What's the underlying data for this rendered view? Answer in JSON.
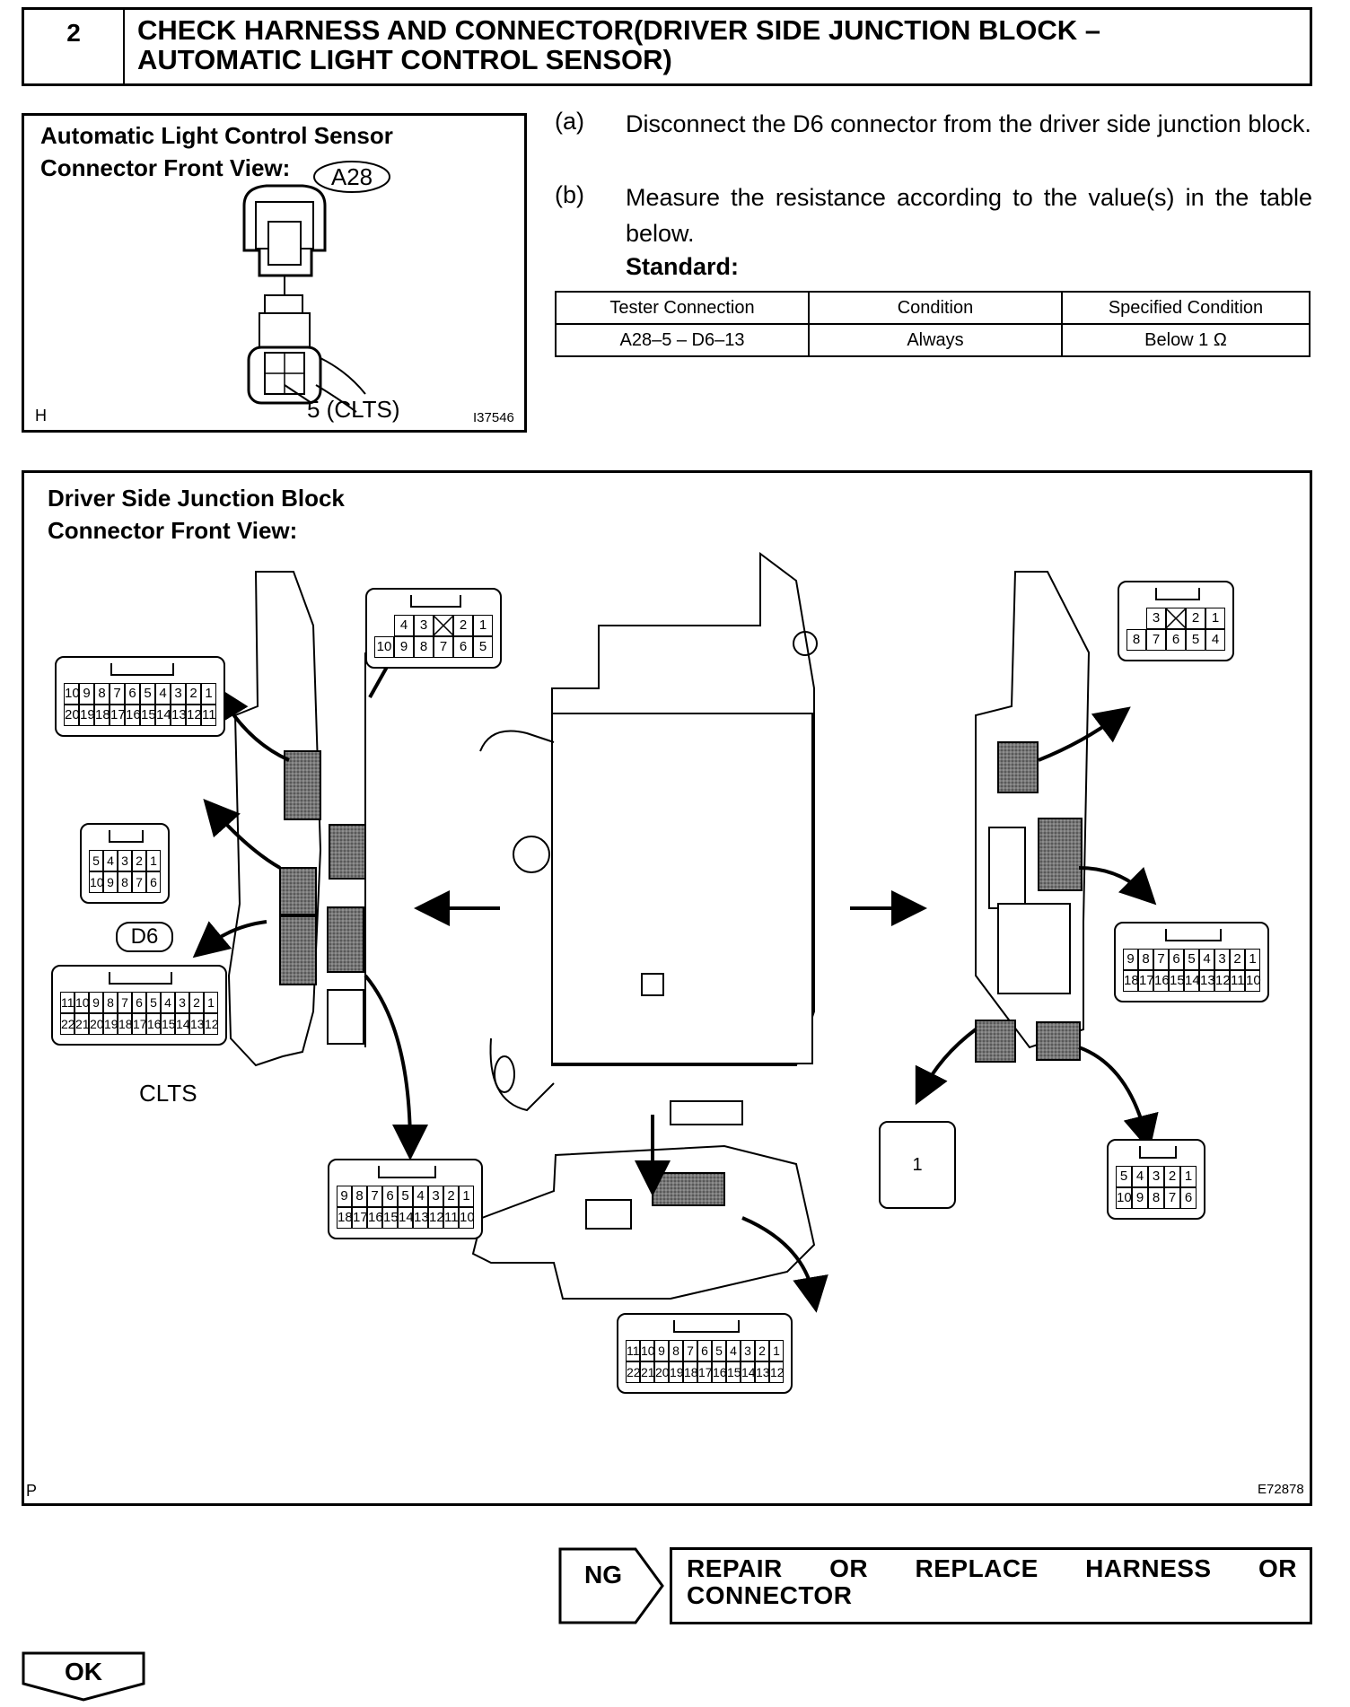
{
  "header": {
    "step_number": "2",
    "title": "CHECK HARNESS AND CONNECTOR(DRIVER SIDE JUNCTION BLOCK –\nAUTOMATIC LIGHT CONTROL SENSOR)"
  },
  "sensor_figure": {
    "title": "Automatic Light Control Sensor\nConnector Front View:",
    "connector_id": "A28",
    "pin_label": "5 (CLTS)",
    "corner_letter": "H",
    "figure_code": "I37546"
  },
  "steps": [
    {
      "letter": "(a)",
      "text": "Disconnect the D6 connector from the driver side junction block."
    },
    {
      "letter": "(b)",
      "text": "Measure the resistance according to the value(s) in the table below."
    }
  ],
  "standard_label": "Standard:",
  "spec_table": {
    "headers": [
      "Tester Connection",
      "Condition",
      "Specified Condition"
    ],
    "rows": [
      [
        "A28–5 – D6–13",
        "Always",
        "Below 1 Ω"
      ]
    ]
  },
  "junction_figure": {
    "title": "Driver Side Junction Block\nConnector Front View:",
    "d6_label": "D6",
    "clts_label": "CLTS",
    "single_pin": "1",
    "corner_letter": "P",
    "figure_code": "E72878",
    "conn_top_left": {
      "row1": [
        "4",
        "3",
        "",
        "2",
        "1"
      ],
      "row2": [
        "10",
        "9",
        "8",
        "7",
        "6",
        "5"
      ]
    },
    "conn_20": {
      "row1": [
        "10",
        "9",
        "8",
        "7",
        "6",
        "5",
        "4",
        "3",
        "2",
        "1"
      ],
      "row2": [
        "20",
        "19",
        "18",
        "17",
        "16",
        "15",
        "14",
        "13",
        "12",
        "11"
      ]
    },
    "conn_10a": {
      "row1": [
        "5",
        "4",
        "3",
        "2",
        "1"
      ],
      "row2": [
        "10",
        "9",
        "8",
        "7",
        "6"
      ]
    },
    "conn_d6": {
      "row1": [
        "11",
        "10",
        "9",
        "8",
        "7",
        "6",
        "5",
        "4",
        "3",
        "2",
        "1"
      ],
      "row2": [
        "22",
        "21",
        "20",
        "19",
        "18",
        "17",
        "16",
        "15",
        "14",
        "13",
        "12"
      ]
    },
    "conn_18a": {
      "row1": [
        "9",
        "8",
        "7",
        "6",
        "5",
        "4",
        "3",
        "2",
        "1"
      ],
      "row2": [
        "18",
        "17",
        "16",
        "15",
        "14",
        "13",
        "12",
        "11",
        "10"
      ]
    },
    "conn_top_right": {
      "row1": [
        "3",
        "",
        "2",
        "1"
      ],
      "row2": [
        "8",
        "7",
        "6",
        "5",
        "4"
      ]
    },
    "conn_18b": {
      "row1": [
        "9",
        "8",
        "7",
        "6",
        "5",
        "4",
        "3",
        "2",
        "1"
      ],
      "row2": [
        "18",
        "17",
        "16",
        "15",
        "14",
        "13",
        "12",
        "11",
        "10"
      ]
    },
    "conn_10b": {
      "row1": [
        "5",
        "4",
        "3",
        "2",
        "1"
      ],
      "row2": [
        "10",
        "9",
        "8",
        "7",
        "6"
      ]
    },
    "conn_22b": {
      "row1": [
        "11",
        "10",
        "9",
        "8",
        "7",
        "6",
        "5",
        "4",
        "3",
        "2",
        "1"
      ],
      "row2": [
        "22",
        "21",
        "20",
        "19",
        "18",
        "17",
        "16",
        "15",
        "14",
        "13",
        "12"
      ]
    }
  },
  "ng": {
    "tag": "NG",
    "result": "REPAIR OR REPLACE HARNESS OR CONNECTOR"
  },
  "ok": {
    "tag": "OK"
  }
}
